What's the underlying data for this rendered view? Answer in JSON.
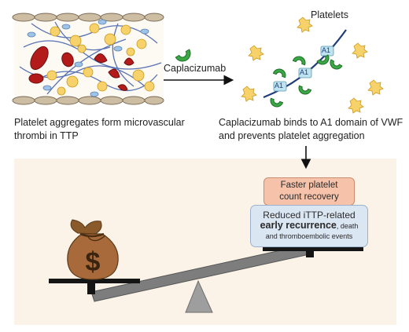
{
  "labels": {
    "platelets": "Platelets",
    "drug": "Caplacizumab",
    "a1": "A1",
    "left_caption": [
      "Platelet aggregates form microvascular",
      "thrombi in TTP"
    ],
    "right_caption": [
      "Caplacizumab binds to A1 domain of VWF",
      "and prevents platelet aggregation"
    ],
    "dollar": "$"
  },
  "outcomes": {
    "recovery": [
      "Faster platelet",
      "count recovery"
    ],
    "reduced_line1": "Reduced iTTP-related",
    "reduced_bold": "early recurrence",
    "reduced_after": ", death",
    "reduced_line3": "and thromboembolic events"
  },
  "colors": {
    "platelet": "#f7d26a",
    "vwf_strand": "#1f3d7a",
    "nanobody": "#3aa845",
    "rbc": "#b31b1b",
    "vessel_wall": "#c9b8a0",
    "panel_bg": "#fbf3e8",
    "recovery_box": "#f6c2aa",
    "reduced_box": "#dbe6f3",
    "money_bag": "#a86a3a"
  }
}
